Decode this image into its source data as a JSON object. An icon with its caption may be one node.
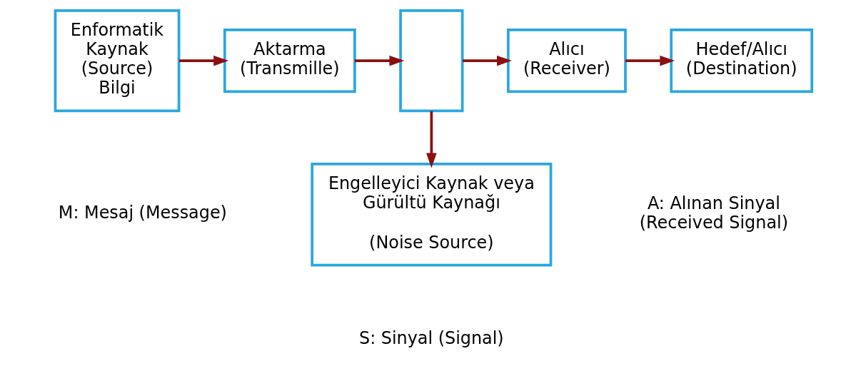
{
  "diagram": {
    "nodes": [
      {
        "text": [
          "Enformatik Kaynak (Source) Bilgi"
        ]
      },
      {
        "text": [
          "Aktarma (Transmille)"
        ]
      },
      {
        "text": [],
        "shape": "box"
      },
      {
        "text": [
          "Alıcı (Receiver)"
        ]
      },
      {
        "text": [
          "Hedef/Alıcı (Destination)"
        ]
      },
      {
        "text": [
          "Engelleyici Kaynak veya Gürültü Kaynağı",
          "(Noise Source)"
        ]
      }
    ],
    "edges": [
      {
        "from": 0,
        "to": 1,
        "arrow": "to"
      },
      {
        "from": 1,
        "to": 2,
        "arrow": "to"
      },
      {
        "from": 2,
        "to": 3,
        "arrow": "to"
      },
      {
        "from": 3,
        "to": 4,
        "arrow": "to"
      },
      {
        "from": 2,
        "to": 5,
        "arrow": "to"
      }
    ],
    "labels": [
      "M: Mesaj (Message)",
      "A: Alınan Sinyal (Received Signal)",
      "S: Sinyal (Signal)"
    ]
  }
}
